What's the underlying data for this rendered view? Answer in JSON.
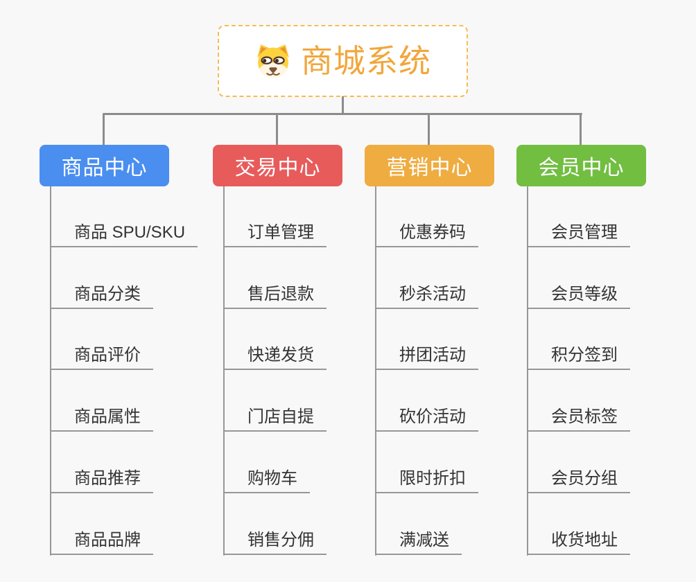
{
  "root": {
    "title": "商城系统",
    "icon": "dog-face-icon"
  },
  "colors": {
    "background": "#f8f8f8",
    "root_border": "#f6bb55",
    "root_text": "#f1a73c",
    "connector": "#8c8c8c",
    "leaf_line": "#979797",
    "leaf_text": "#333333"
  },
  "branches": [
    {
      "label": "商品中心",
      "color": "#4a8ef0",
      "items": [
        "商品 SPU/SKU",
        "商品分类",
        "商品评价",
        "商品属性",
        "商品推荐",
        "商品品牌"
      ]
    },
    {
      "label": "交易中心",
      "color": "#e85b5b",
      "items": [
        "订单管理",
        "售后退款",
        "快递发货",
        "门店自提",
        "购物车",
        "销售分佣"
      ]
    },
    {
      "label": "营销中心",
      "color": "#efac41",
      "items": [
        "优惠券码",
        "秒杀活动",
        "拼团活动",
        "砍价活动",
        "限时折扣",
        "满减送"
      ]
    },
    {
      "label": "会员中心",
      "color": "#71be41",
      "items": [
        "会员管理",
        "会员等级",
        "积分签到",
        "会员标签",
        "会员分组",
        "收货地址"
      ]
    }
  ]
}
